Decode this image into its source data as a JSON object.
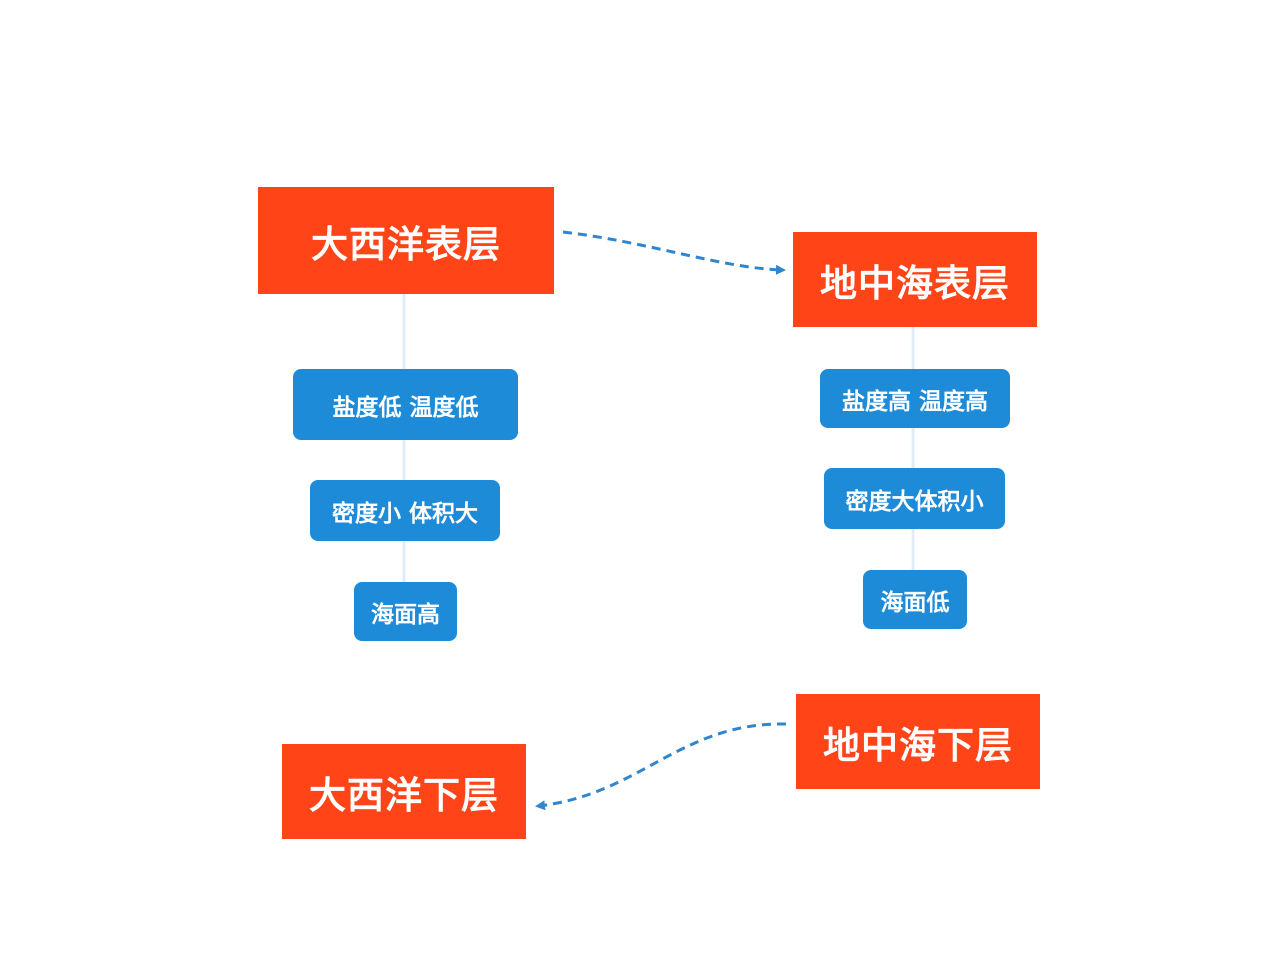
{
  "colors": {
    "main_box": "#ff4418",
    "sub_box": "#1e8bd9",
    "stem": "#dfedf8",
    "arrow": "#2f86cf"
  },
  "atlantic_surface": {
    "label": "大西洋表层",
    "attributes": [
      "盐度低 温度低",
      "密度小 体积大",
      "海面高"
    ]
  },
  "mediterranean_surface": {
    "label": "地中海表层",
    "attributes": [
      "盐度高 温度高",
      "密度大体积小",
      "海面低"
    ]
  },
  "mediterranean_bottom": {
    "label": "地中海下层"
  },
  "atlantic_bottom": {
    "label": "大西洋下层"
  }
}
